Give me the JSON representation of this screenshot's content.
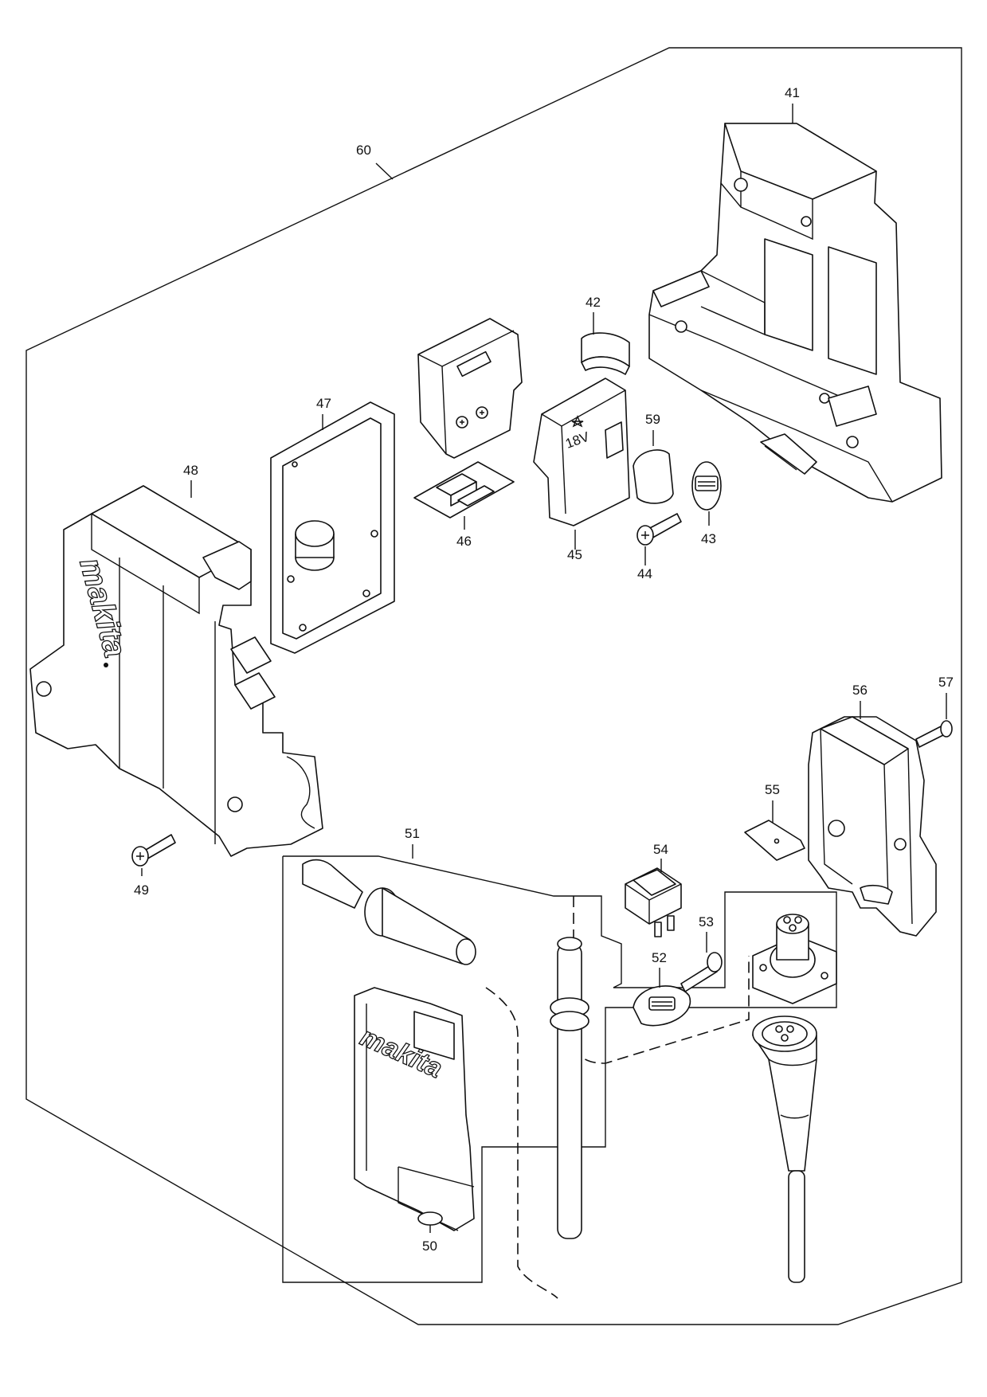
{
  "diagram": {
    "brand_text": "makita",
    "decal_text": "18V",
    "labels": {
      "p41": "41",
      "p42": "42",
      "p43": "43",
      "p44": "44",
      "p45": "45",
      "p46": "46",
      "p47": "47",
      "p48": "48",
      "p49": "49",
      "p50": "50",
      "p51": "51",
      "p52": "52",
      "p53": "53",
      "p54": "54",
      "p55": "55",
      "p56": "56",
      "p57": "57",
      "p59": "59",
      "p60": "60"
    }
  }
}
